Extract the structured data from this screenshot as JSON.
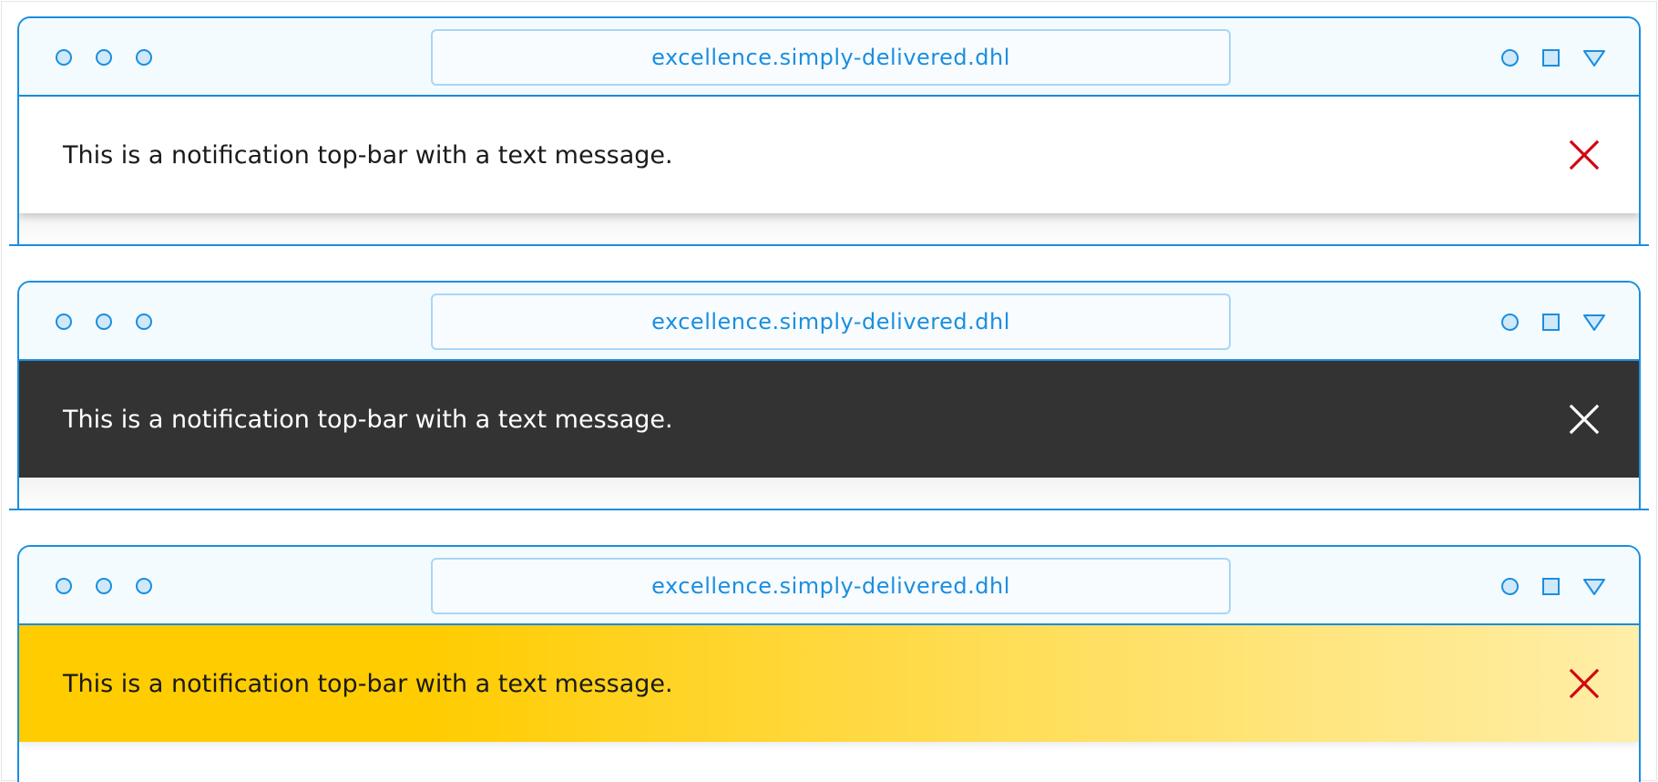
{
  "browsers": [
    {
      "url": "excellence.simply-delivered.dhl",
      "notification": {
        "variant": "light",
        "message": "This is a notification top-bar with a text message.",
        "close_icon": "close-icon",
        "close_color": "#d40511"
      }
    },
    {
      "url": "excellence.simply-delivered.dhl",
      "notification": {
        "variant": "dark",
        "message": "This is a notification top-bar with a text message.",
        "close_icon": "close-icon",
        "close_color": "#ffffff"
      }
    },
    {
      "url": "excellence.simply-delivered.dhl",
      "notification": {
        "variant": "yellow",
        "message": "This is a notification top-bar with a text message.",
        "close_icon": "close-icon",
        "close_color": "#d40511"
      }
    }
  ],
  "colors": {
    "chrome_accent": "#1a8ee0",
    "dark_bar": "#333333",
    "yellow_bar": "#ffcc00",
    "close_red": "#d40511"
  }
}
